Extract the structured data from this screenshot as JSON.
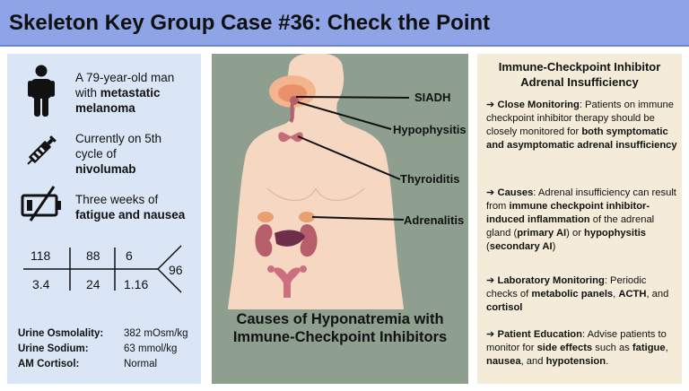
{
  "title": "Skeleton Key Group Case #36: Check the Point",
  "patient": {
    "line1": "A 79-year-old man",
    "line2": "with ",
    "line2_bold": "metastatic",
    "line3_bold": "melanoma",
    "drug_line1": "Currently on 5th",
    "drug_line2": "cycle of",
    "drug_bold": "nivolumab",
    "sym_line1": "Three weeks of",
    "sym_bold": "fatigue and nausea"
  },
  "labs": {
    "na": "118",
    "cl": "88",
    "bun": "6",
    "glu": "96",
    "k": "3.4",
    "co2": "24",
    "cr": "1.16"
  },
  "extra_labs": [
    {
      "label": "Urine Osmolality:",
      "value": "382 mOsm/kg"
    },
    {
      "label": "Urine Sodium:",
      "value": "63 mmol/kg"
    },
    {
      "label": "AM Cortisol:",
      "value": "Normal"
    }
  ],
  "organs": {
    "siadh": "SIADH",
    "hypophysitis": "Hypophysitis",
    "thyroiditis": "Thyroiditis",
    "adrenalitis": "Adrenalitis"
  },
  "mid_caption": {
    "line1": "Causes of Hyponatremia with",
    "line2": "Immune-Checkpoint Inhibitors"
  },
  "right": {
    "heading1": "Immune-Checkpoint Inhibitor",
    "heading2": "Adrenal Insufficiency",
    "s1_head": "Close Monitoring",
    "s1_a": ": Patients on immune checkpoint inhibitor therapy should be closely monitored for ",
    "s1_b": "both symptomatic and asymptomatic adrenal insufficiency",
    "s2_head": "Causes",
    "s2_a": ": Adrenal insufficiency can result from ",
    "s2_b": "immune checkpoint inhibitor-induced inflammation",
    "s2_c": " of the adrenal gland (",
    "s2_d": "primary AI",
    "s2_e": ") or ",
    "s2_f": "hypophysitis",
    "s2_g": " (",
    "s2_h": "secondary AI",
    "s2_i": ")",
    "s3_head": "Laboratory Monitoring",
    "s3_a": ": Periodic checks of ",
    "s3_b": "metabolic panels",
    "s3_c": ", ",
    "s3_d": "ACTH",
    "s3_e": ", and ",
    "s3_f": "cortisol",
    "s4_head": "Patient Education",
    "s4_a": ": Advise patients to monitor for ",
    "s4_b": "side effects",
    "s4_c": " such as ",
    "s4_d": "fatigue",
    "s4_e": ", ",
    "s4_f": "nausea",
    "s4_g": ", and ",
    "s4_h": "hypotension",
    "s4_i": "."
  },
  "colors": {
    "title_bar": "#8fa4e6",
    "left_bg": "#dae6f6",
    "mid_bg": "#8e9f8f",
    "right_bg": "#f4ecd9",
    "skin": "#f6d8c2",
    "organ": "#e8a070",
    "kidney": "#b75e6c"
  }
}
